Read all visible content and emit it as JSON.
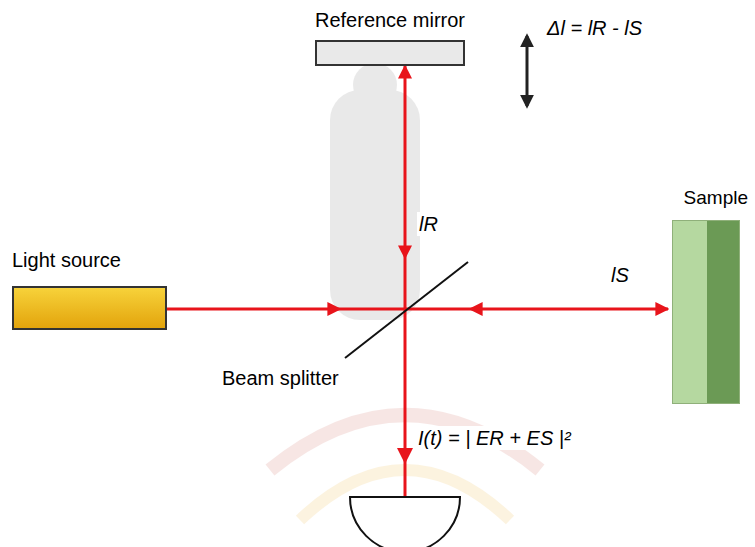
{
  "diagram": {
    "nodes": [
      {
        "text": [
          "Reference mirror"
        ]
      },
      {
        "text": [
          "Sample"
        ]
      },
      {
        "text": [
          "Light source"
        ]
      },
      {
        "text": [
          "Beam splitter"
        ]
      }
    ],
    "edges": [
      {
        "from": 2,
        "to": 3,
        "arrow": "to"
      },
      {
        "from": 3,
        "to": 0,
        "label": "lR",
        "arrow": "both"
      },
      {
        "from": 3,
        "to": 1,
        "label": "lS",
        "arrow": "both"
      }
    ],
    "labels": [
      "Δl = lR - lS",
      "I(t) = | ER + ES |²"
    ]
  }
}
